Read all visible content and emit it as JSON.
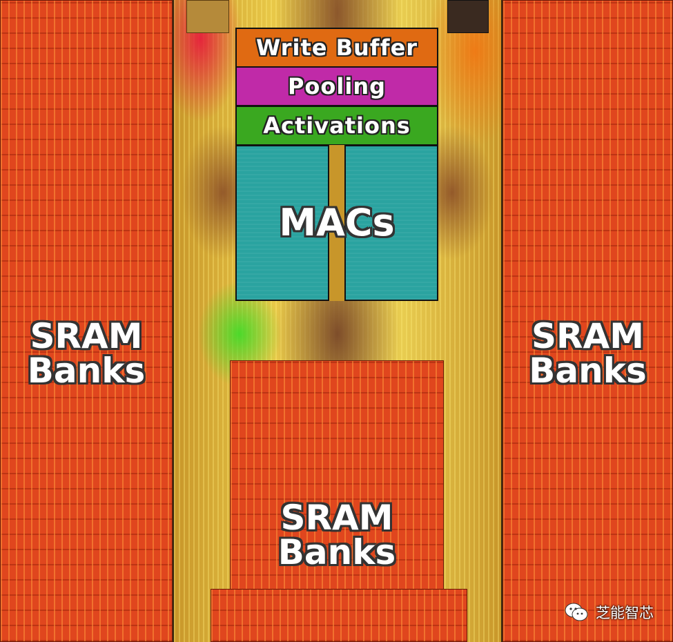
{
  "labels": {
    "write_buffer": "Write Buffer",
    "pooling": "Pooling",
    "activations": "Activations",
    "macs": "MACs",
    "sram_left_line1": "SRAM",
    "sram_left_line2": "Banks",
    "sram_right_line1": "SRAM",
    "sram_right_line2": "Banks",
    "sram_center_line1": "SRAM",
    "sram_center_line2": "Banks"
  },
  "watermark": {
    "text": "芝能智芯",
    "icon": "wechat-icon"
  },
  "colors": {
    "sram": "#e0461e",
    "write_buffer": "#e06a12",
    "pooling": "#c02aa8",
    "activations": "#3aa820",
    "macs": "#2aa3a0",
    "logic": "#e8c848"
  }
}
